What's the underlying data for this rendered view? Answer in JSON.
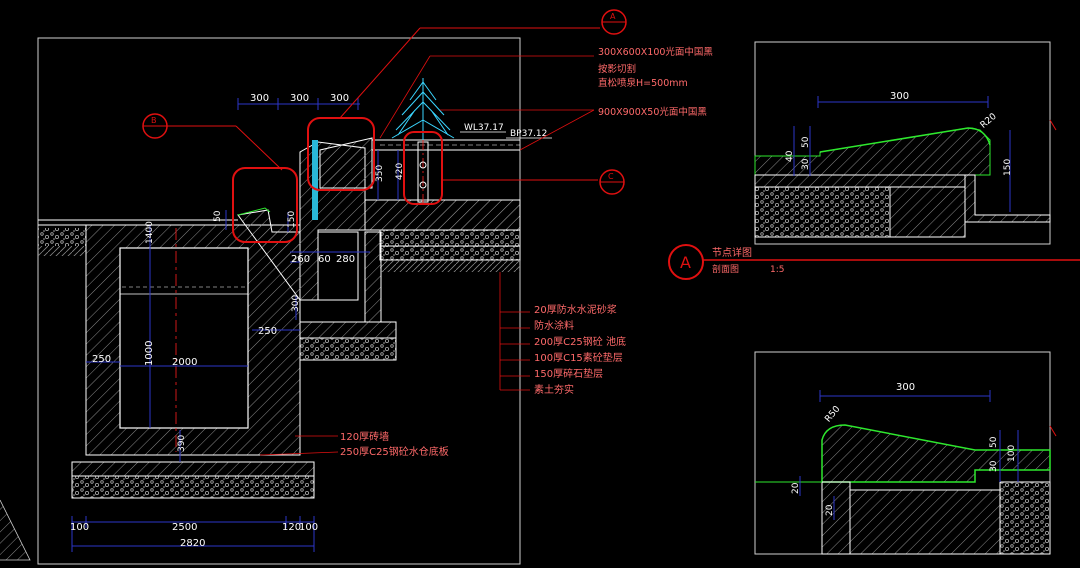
{
  "colors": {
    "background": "#000000",
    "outline": "#ffffff",
    "hatch": "#9a9a9a",
    "dimension": "#2d36c8",
    "dimension_text": "#ffffff",
    "leader": "#ff2020",
    "note_text": "#ff6a6a",
    "highlight_circle": "#e01010",
    "green_profile": "#2ee82e",
    "cyan_plant": "#3ad6ff",
    "callout_text": "#e8e8e8",
    "frame": "#cfcfcf"
  },
  "section_top_dims": [
    "300",
    "300",
    "300"
  ],
  "section_notes_top": [
    "300X600X100光面中国黑",
    "按影切割",
    "直松喷泉H=500mm",
    "900X900X50光面中国黑"
  ],
  "levels": {
    "water_level": "WL37.17",
    "top_level": "BP37.12"
  },
  "section_dims": {
    "d50_left": "50",
    "d150_left": "150",
    "d1400": "1400",
    "d350": "350",
    "d420": "420",
    "d260": "260",
    "d60": "60",
    "d280": "280",
    "d300_vert": "300",
    "d250_mid": "250",
    "d250_left": "250",
    "d1000": "1000",
    "d2000": "2000",
    "d390": "390"
  },
  "bottom_dims": [
    "100",
    "2500",
    "120",
    "100"
  ],
  "bottom_total": "2820",
  "layer_notes": [
    "20厚防水水泥砂浆",
    "防水涂料",
    "200厚C25钢砼   池底",
    "100厚C15素砼垫层",
    "150厚碎石垫层",
    "素土夯实"
  ],
  "base_notes": [
    "120厚砖墙",
    "250厚C25钢砼水仓底板"
  ],
  "callouts": {
    "top": "A",
    "left": "B",
    "right": "C"
  },
  "detail_label": {
    "letter": "A",
    "title": "节点详图",
    "subtitle_left": "剖面图",
    "subtitle_right": "1:5"
  },
  "detail_top_dims": {
    "width": "300",
    "r": "R20",
    "h40": "40",
    "h50": "50",
    "h30": "30",
    "h150": "150"
  },
  "detail_bottom_dims": {
    "width": "300",
    "r": "R50",
    "h50": "50",
    "h30": "30",
    "h100": "100",
    "h20": "20",
    "h20b": "20"
  }
}
